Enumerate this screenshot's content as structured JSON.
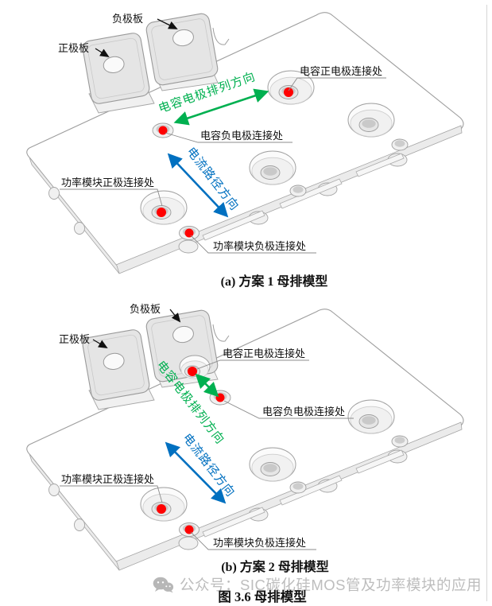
{
  "colors": {
    "arrow_green": "#00B050",
    "arrow_blue": "#0070C0",
    "dot_red": "#FF0000",
    "leader_gray": "#8C8C8C",
    "plate_outline": "#9E9E9E",
    "watermark_gray": "#BDBDBD"
  },
  "figure_a": {
    "caption": "(a) 方案 1 母排模型",
    "labels": {
      "neg_plate": "负极板",
      "pos_plate": "正极板",
      "cap_pos": "电容正电极连接处",
      "cap_neg": "电容负电极连接处",
      "pm_pos": "功率模块正极连接处",
      "pm_neg": "功率模块负极连接处",
      "cap_dir": "电容电极排列方向",
      "cur_dir": "电流路径方向"
    }
  },
  "figure_b": {
    "caption": "(b) 方案 2 母排模型",
    "labels": {
      "neg_plate": "负极板",
      "pos_plate": "正极板",
      "cap_pos": "电容正电极连接处",
      "cap_neg": "电容负电极连接处",
      "pm_pos": "功率模块正极连接处",
      "pm_neg": "功率模块负极连接处",
      "cap_dir": "电容电极排列方向",
      "cur_dir": "电流路径方向"
    }
  },
  "watermark": {
    "icon": "wechat-icon",
    "text": "公众号：SIC碳化硅MOS管及功率模块的应用"
  },
  "figure_caption": "图 3.6 母排模型"
}
